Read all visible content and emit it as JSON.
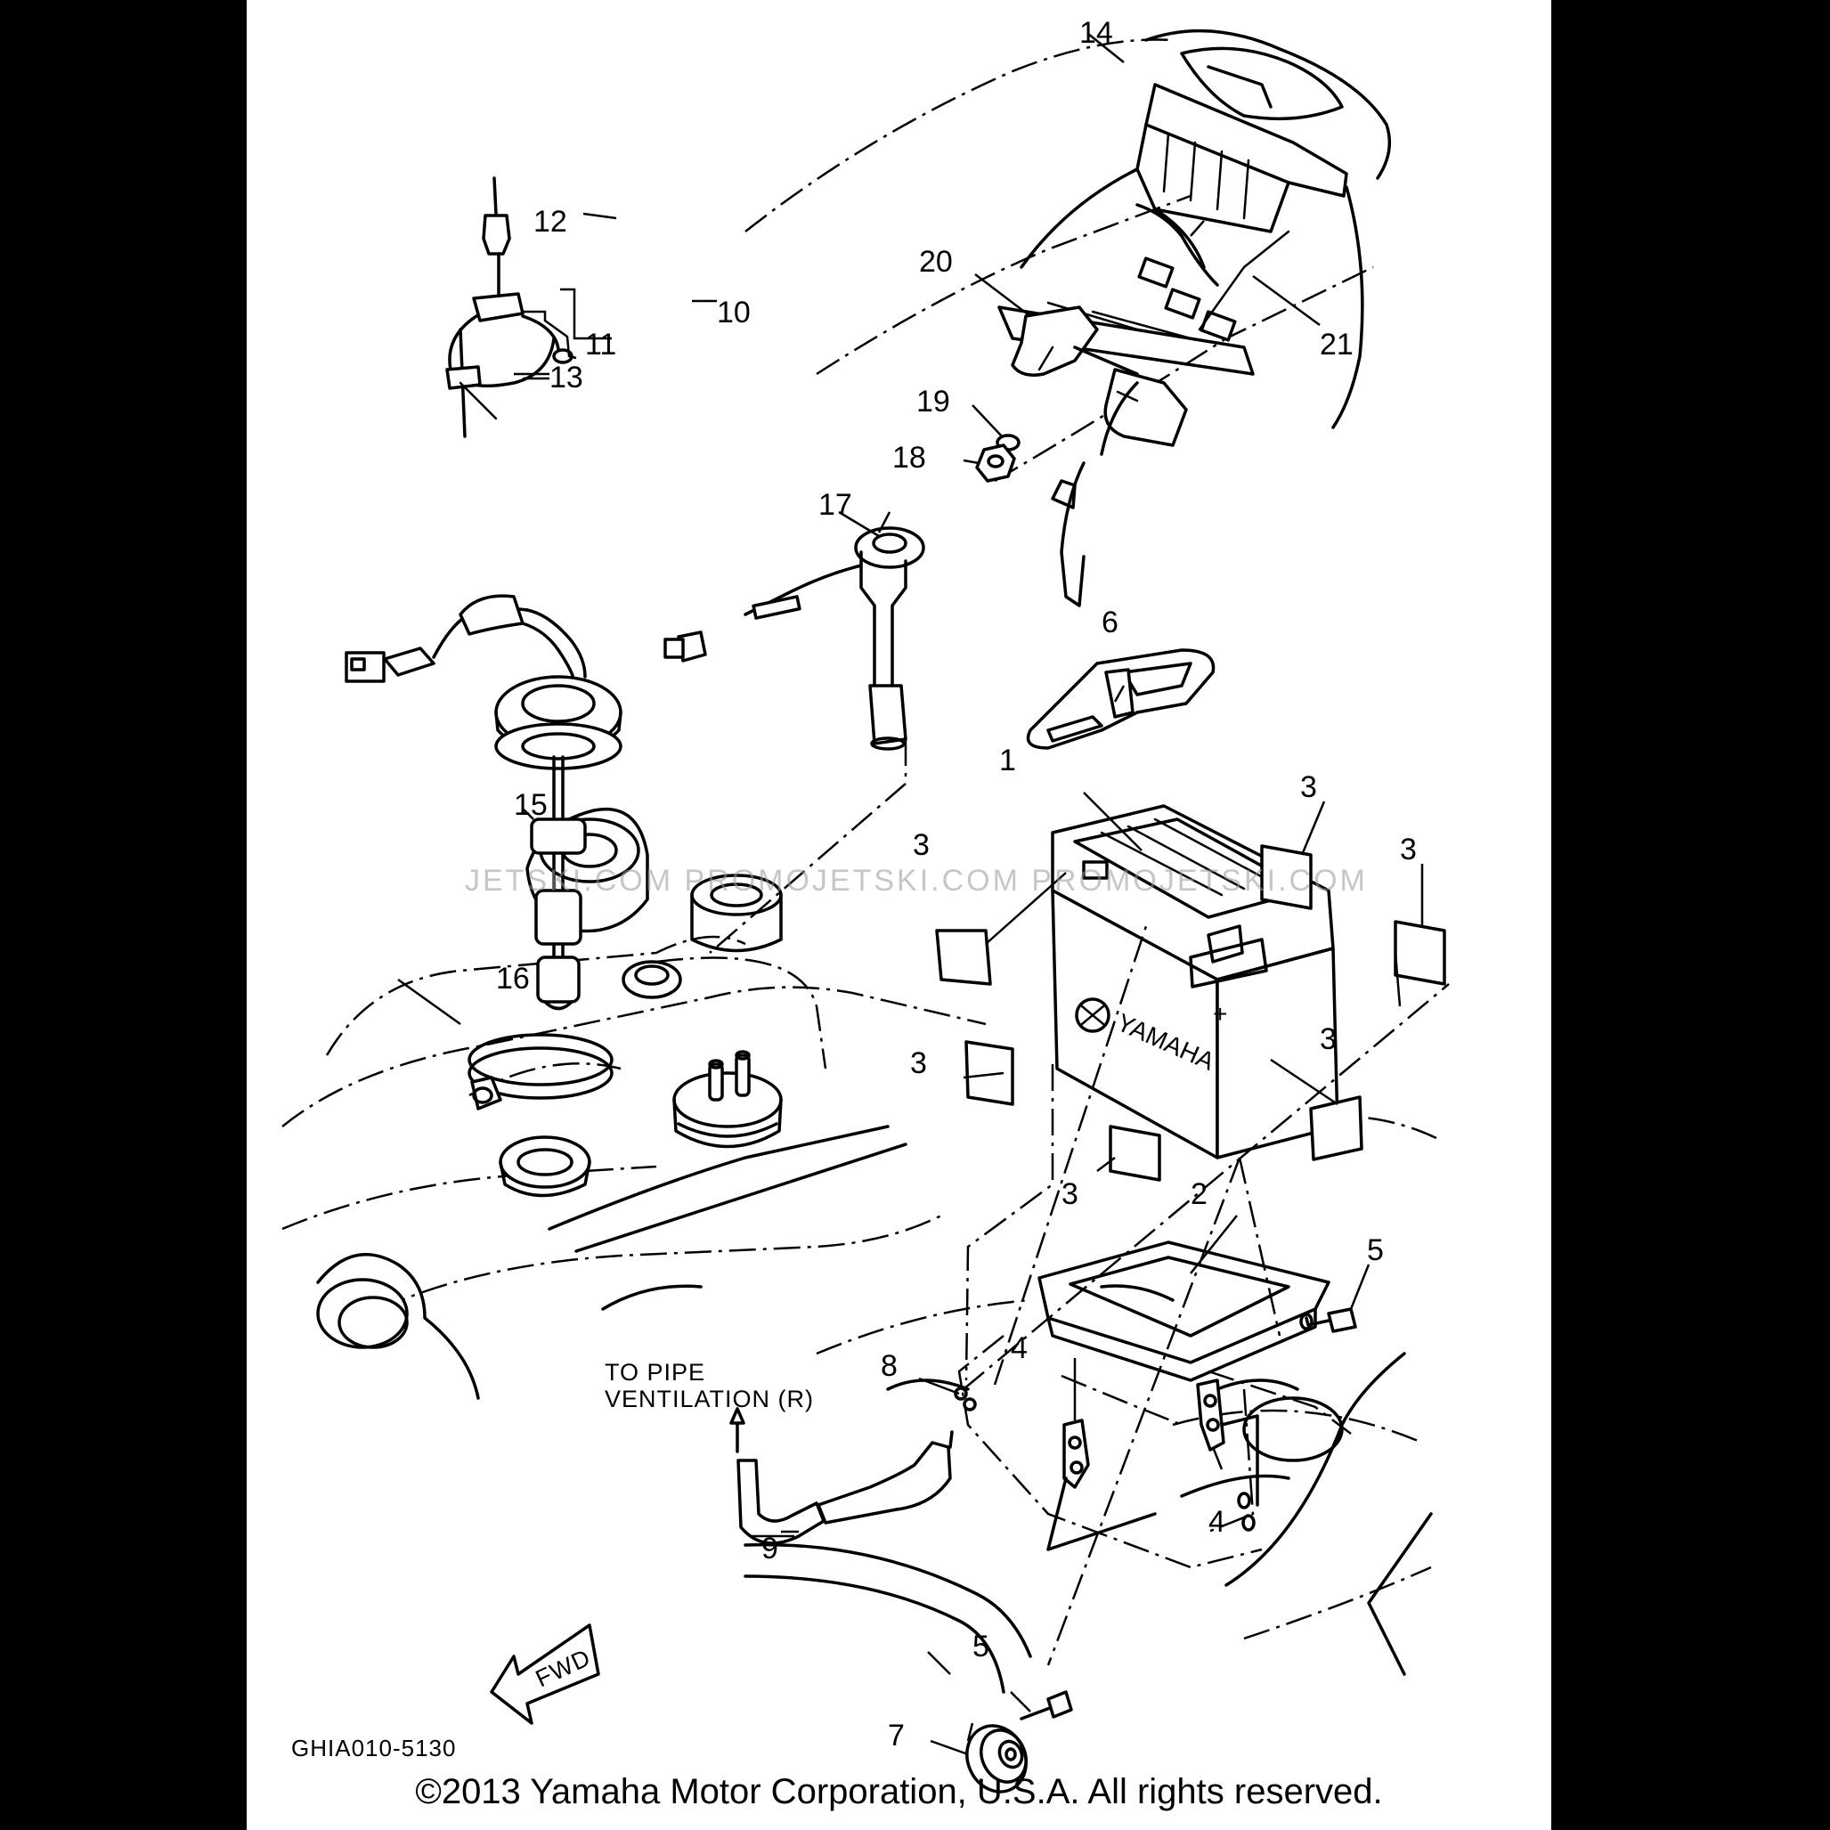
{
  "callouts": [
    "1",
    "2",
    "3",
    "3",
    "3",
    "3",
    "3",
    "3",
    "4",
    "4",
    "5",
    "5",
    "6",
    "7",
    "8",
    "9",
    "10",
    "11",
    "12",
    "13",
    "14",
    "15",
    "16",
    "17",
    "18",
    "19",
    "20",
    "21"
  ],
  "note": {
    "line1": "TO PIPE",
    "line2": "VENTILATION (R)"
  },
  "fwd_label": "FWD",
  "battery_brand": "YAMAHA",
  "diagram_code": "GHIA010-5130",
  "watermark": "JETSKI.COM    PROMOJETSKI.COM   PROMOJETSKI.COM",
  "copyright": "©2013 Yamaha Motor Corporation, U.S.A. All rights reserved."
}
